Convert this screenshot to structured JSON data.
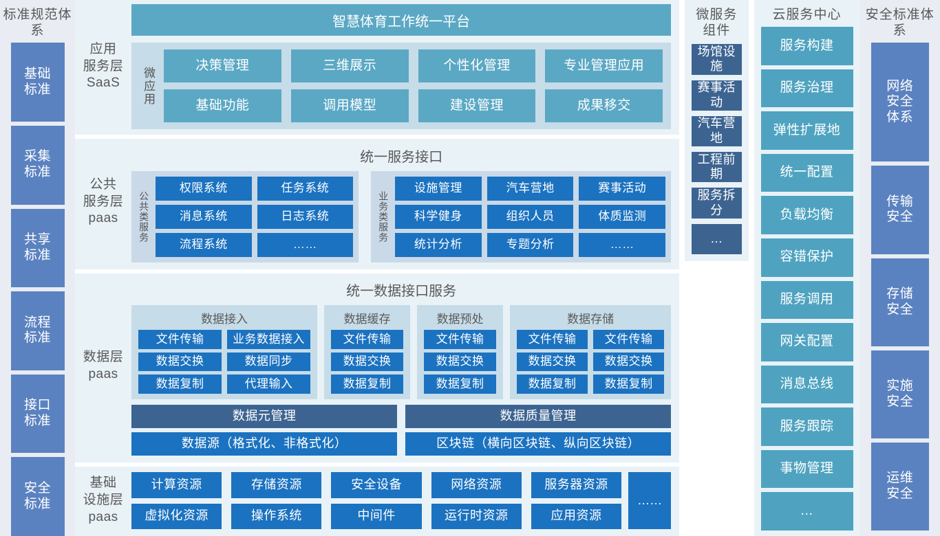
{
  "standards_column": {
    "title": "标准规范体系",
    "items": [
      {
        "label": "基础\n标准"
      },
      {
        "label": "采集\n标准"
      },
      {
        "label": "共享\n标准"
      },
      {
        "label": "流程\n标准"
      },
      {
        "label": "接口\n标准"
      },
      {
        "label": "安全\n标准"
      }
    ]
  },
  "application_layer": {
    "label": "应用\n服务层\nSaaS",
    "platform_banner": "智慧体育工作统一平台",
    "group_label": "微应用",
    "apps": [
      "决策管理",
      "三维展示",
      "个性化管理",
      "专业管理应用",
      "基础功能",
      "调用模型",
      "建设管理",
      "成果移交"
    ]
  },
  "public_service_layer": {
    "label": "公共\n服务层\npaas",
    "header": "统一服务接口",
    "public_group": {
      "label": "公共类服务",
      "items": [
        "权限系统",
        "任务系统",
        "消息系统",
        "日志系统",
        "流程系统",
        "……"
      ]
    },
    "business_group": {
      "label": "业务类服务",
      "items": [
        "设施管理",
        "汽车营地",
        "赛事活动",
        "科学健身",
        "组织人员",
        "体质监测",
        "统计分析",
        "专题分析",
        "……"
      ]
    }
  },
  "data_layer": {
    "label": "数据层\npaas",
    "header": "统一数据接口服务",
    "groups": [
      {
        "title": "数据接入",
        "columns": 2,
        "items": [
          "文件传输",
          "业务数据接入",
          "数据交换",
          "数据同步",
          "数据复制",
          "代理输入"
        ]
      },
      {
        "title": "数据缓存",
        "columns": 1,
        "items": [
          "文件传输",
          "数据交换",
          "数据复制"
        ]
      },
      {
        "title": "数据预处",
        "columns": 1,
        "items": [
          "文件传输",
          "数据交换",
          "数据复制"
        ]
      },
      {
        "title": "数据存储",
        "columns": 2,
        "items": [
          "文件传输",
          "文件传输",
          "数据交换",
          "数据交换",
          "数据复制",
          "数据复制"
        ]
      }
    ],
    "management_bars": [
      "数据元管理",
      "数据质量管理"
    ],
    "source_bars": [
      "数据源（格式化、非格式化）",
      "区块链（横向区块链、纵向区块链）"
    ]
  },
  "infrastructure_layer": {
    "label": "基础\n设施层\npaas",
    "items": [
      "计算资源",
      "存储资源",
      "安全设备",
      "网络资源",
      "服务器资源",
      "虚拟化资源",
      "操作系统",
      "中间件",
      "运行时资源",
      "应用资源"
    ],
    "more": "……"
  },
  "microservice_column": {
    "title": "微服务组件",
    "items": [
      "场馆设施",
      "赛事活动",
      "汽车营地",
      "工程前期",
      "服务拆分",
      "…"
    ]
  },
  "cloud_column": {
    "title": "云服务中心",
    "items": [
      "服务构建",
      "服务治理",
      "弹性扩展地",
      "统一配置",
      "负载均衡",
      "容错保护",
      "服务调用",
      "网关配置",
      "消息总线",
      "服务跟踪",
      "事物管理",
      "…"
    ]
  },
  "security_column": {
    "title": "安全标准体系",
    "items": [
      {
        "label": "网络\n安全\n体系",
        "tall": true
      },
      {
        "label": "传输\n安全",
        "tall": false
      },
      {
        "label": "存储\n安全",
        "tall": false
      },
      {
        "label": "实施\n安全",
        "tall": false
      },
      {
        "label": "运维\n安全",
        "tall": false
      }
    ]
  }
}
